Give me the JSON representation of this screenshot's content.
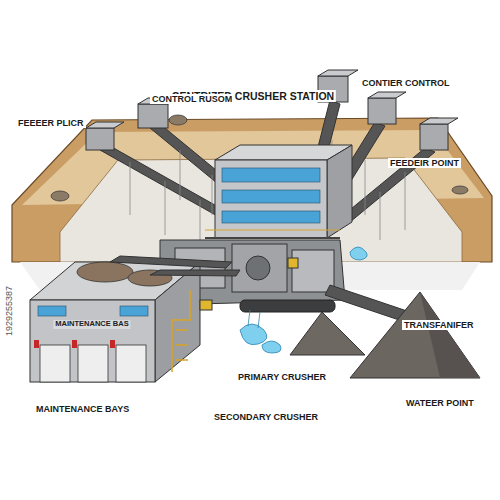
{
  "diagram": {
    "title": "CENTRIZED CRUSHER STATION",
    "labels": [
      "CONTROL RUSOM",
      "CONTIER CONTROL",
      "FEEEER PLICR",
      "FEEDEIR POINT",
      "MAINTENANCE BAS",
      "MAINTENANCE BAYS",
      "PRIMARY CRUSHER",
      "SECONDARY CRUSHER",
      "TRANSFANIFER",
      "WATEER POINT",
      "1929255387"
    ]
  }
}
